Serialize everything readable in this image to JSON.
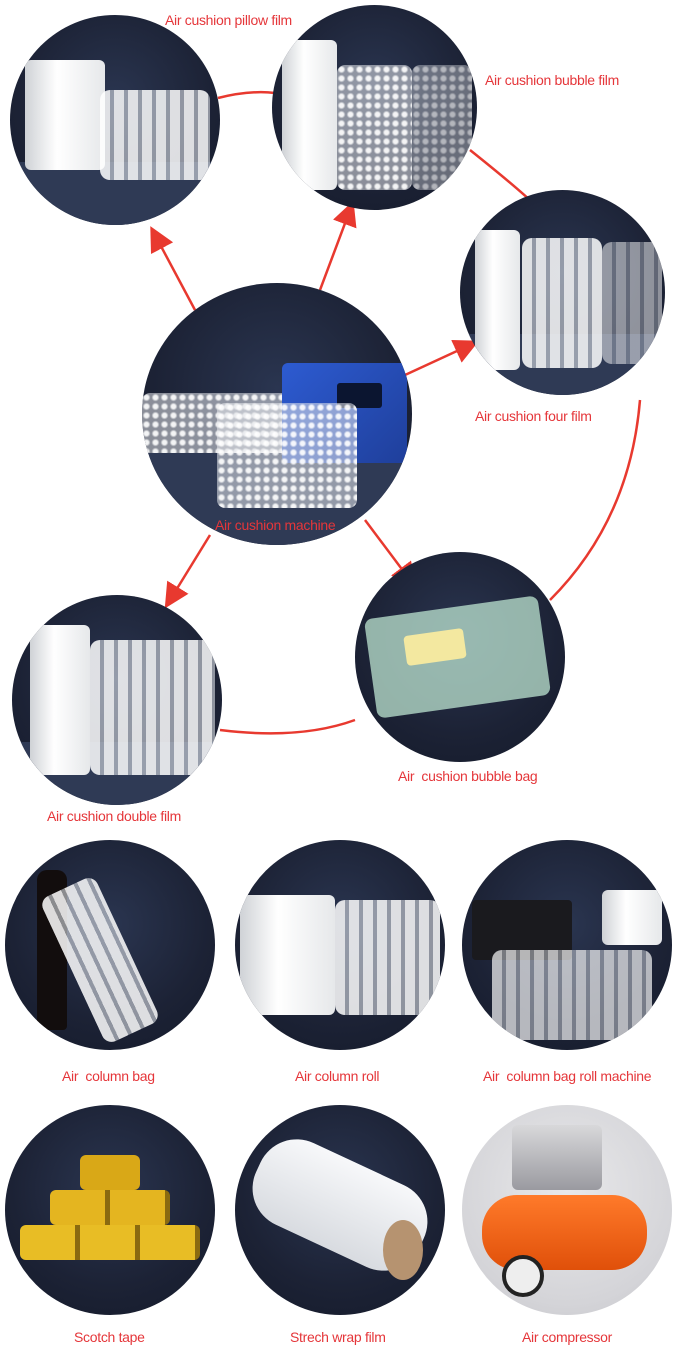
{
  "diagram": {
    "center": {
      "label": "Air cushion machine"
    },
    "outer": [
      {
        "label": "Air cushion pillow film"
      },
      {
        "label": "Air cushion bubble film"
      },
      {
        "label": "Air cushion four film"
      },
      {
        "label": "Air  cushion bubble bag"
      },
      {
        "label": "Air cushion double film"
      }
    ]
  },
  "products_row1": [
    {
      "label": "Air  column bag"
    },
    {
      "label": "Air column roll"
    },
    {
      "label": "Air  column bag roll machine"
    }
  ],
  "products_row2": [
    {
      "label": "Scotch tape"
    },
    {
      "label": "Strech wrap film"
    },
    {
      "label": "Air compressor"
    }
  ],
  "colors": {
    "accent": "#e5363a",
    "circle_bg": "#1c2235",
    "background": "#ffffff"
  }
}
